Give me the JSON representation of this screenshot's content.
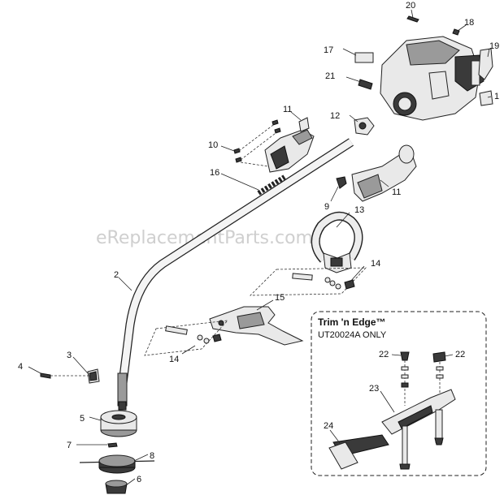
{
  "watermark": "eReplacementParts.com",
  "inset": {
    "title": "Trim 'n Edge™",
    "subtitle": "UT20024A ONLY"
  },
  "callouts": {
    "c1": "1",
    "c2": "2",
    "c3": "3",
    "c4": "4",
    "c5": "5",
    "c6": "6",
    "c7": "7",
    "c8": "8",
    "c9": "9",
    "c10": "10",
    "c11a": "11",
    "c11b": "11",
    "c12": "12",
    "c13": "13",
    "c14a": "14",
    "c14b": "14",
    "c15": "15",
    "c16": "16",
    "c17": "17",
    "c18": "18",
    "c19": "19",
    "c20": "20",
    "c21": "21",
    "c22a": "22",
    "c22b": "22",
    "c23": "23",
    "c24": "24"
  }
}
